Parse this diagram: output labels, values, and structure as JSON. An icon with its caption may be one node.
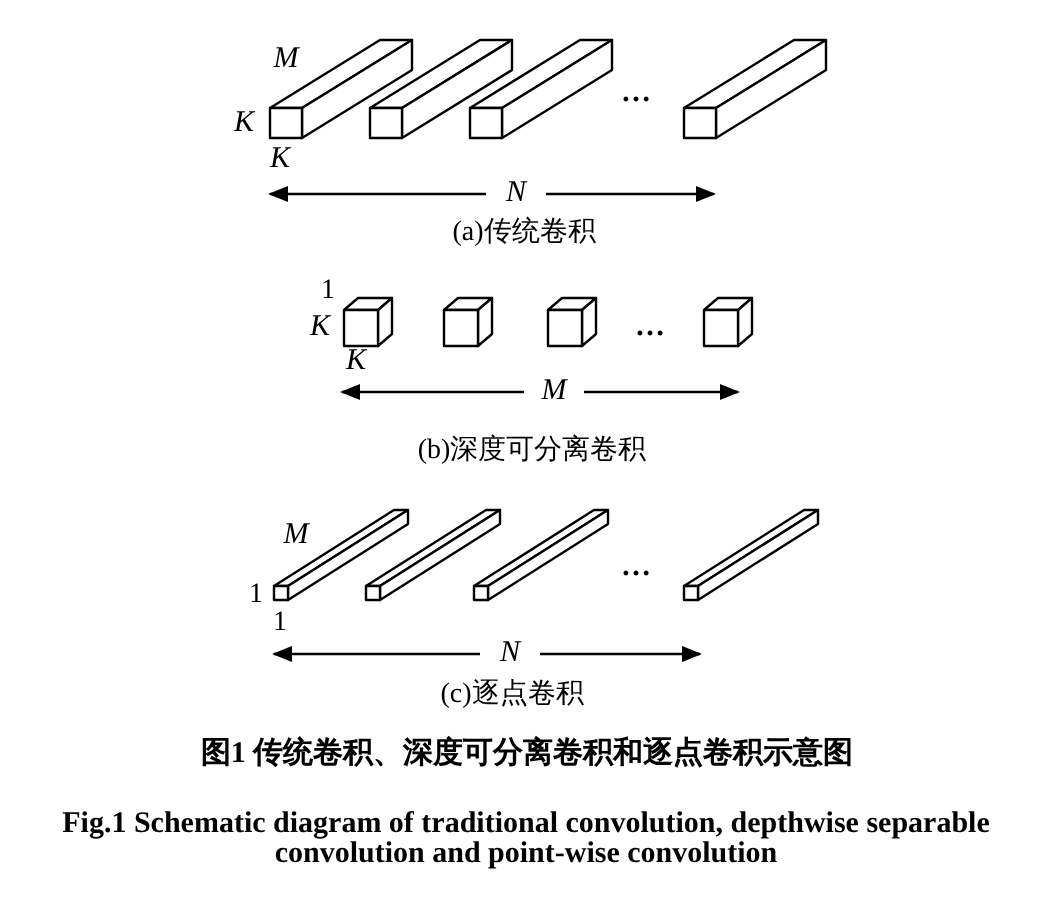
{
  "diagram": {
    "caption": "图1 传统卷积、深度可分离卷积和逐点卷积示意图",
    "labels": [
      "M",
      "K",
      "K",
      "…",
      "N",
      "(a)传统卷积",
      "1",
      "K",
      "K",
      "…",
      "M",
      "(b)深度可分离卷积",
      "M",
      "1",
      "1",
      "…",
      "N",
      "(c)逐点卷积",
      "Fig.1 Schematic diagram of traditional convolution, depthwise separable convolution and point-wise convolution"
    ]
  }
}
